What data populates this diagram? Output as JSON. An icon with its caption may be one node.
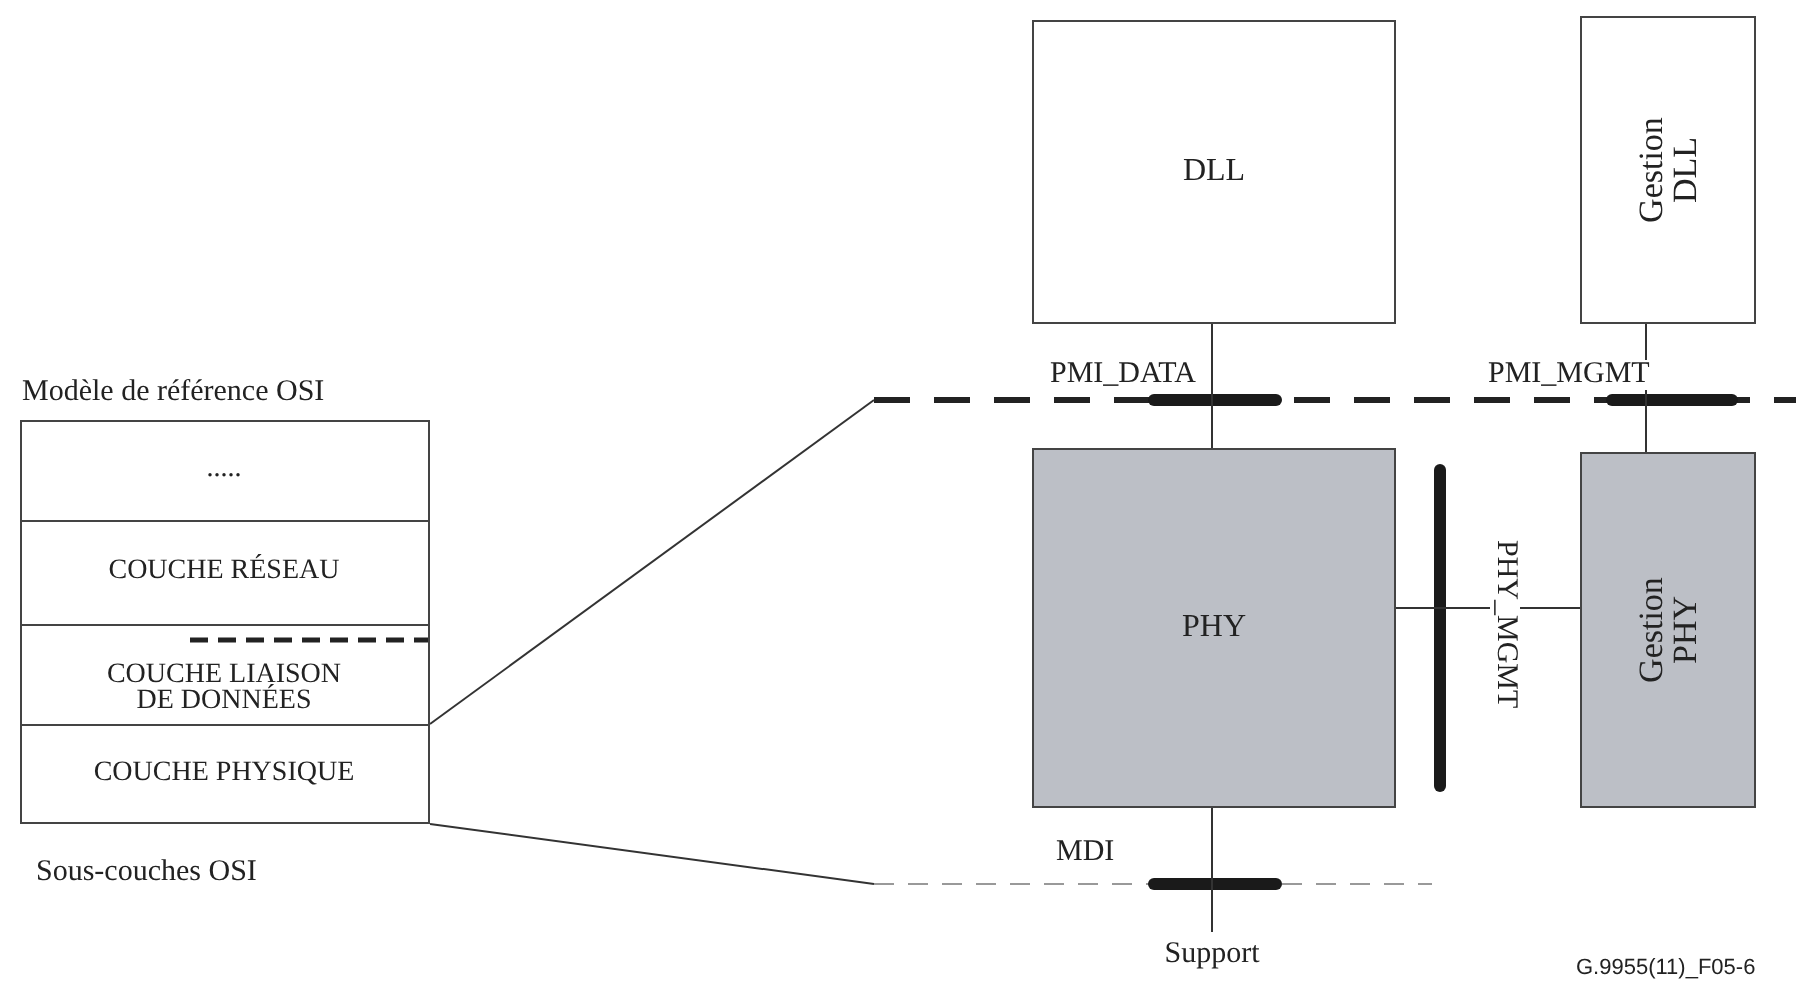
{
  "diagram": {
    "nodes": [
      {
        "text": [
          "Modèle de référence OSI"
        ]
      },
      {
        "text": [
          "....."
        ],
        "in": 0
      },
      {
        "text": [
          "COUCHE RÉSEAU"
        ],
        "in": 0
      },
      {
        "text": [
          "COUCHE LIAISON DE DONNÉES"
        ],
        "in": 0
      },
      {
        "text": [
          "COUCHE PHYSIQUE"
        ],
        "in": 0
      },
      {
        "text": [
          "DLL"
        ]
      },
      {
        "text": [
          "Gestion DLL"
        ]
      },
      {
        "text": [
          "PHY"
        ]
      },
      {
        "text": [
          "Gestion PHY"
        ]
      },
      {
        "text": [
          "Support"
        ]
      }
    ],
    "edges": [
      {
        "from": 5,
        "to": 7,
        "arrow": "none",
        "label": "PMI_DATA"
      },
      {
        "from": 6,
        "to": 8,
        "arrow": "none",
        "label": "PMI_MGMT"
      },
      {
        "from": 7,
        "to": 8,
        "arrow": "none",
        "label": "PHY_MGMT"
      },
      {
        "from": 7,
        "to": 9,
        "arrow": "none",
        "label": "MDI"
      },
      {
        "from": 3,
        "to": null,
        "arrow": "none"
      },
      {
        "from": 4,
        "to": null,
        "arrow": "none"
      }
    ],
    "labels": [
      "Sous-couches OSI",
      "G.9955(11)_F05-6"
    ]
  }
}
